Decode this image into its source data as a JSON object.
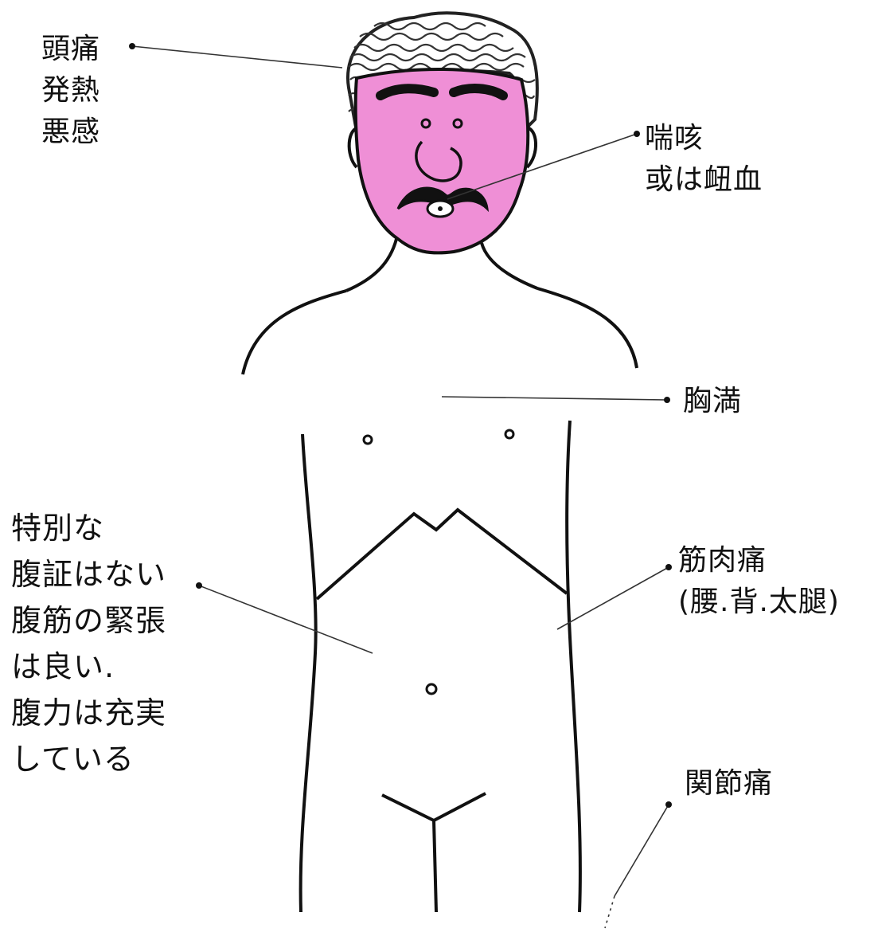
{
  "colors": {
    "ink": "#111111",
    "skin": "#ef8fd6",
    "hair": "#3a3a3a",
    "paper": "#ffffff"
  },
  "annotations": {
    "head": [
      "頭痛",
      "発熱",
      "悪感"
    ],
    "cough": [
      "喘咳",
      "或は衄血"
    ],
    "chest": [
      "胸満"
    ],
    "abdomen": [
      "特別な",
      "腹証はない",
      "腹筋の緊張",
      "は良い.",
      "腹力は充実",
      "している"
    ],
    "muscle": [
      "筋肉痛",
      "(腰.背.太腿)"
    ],
    "joint": [
      "関節痛"
    ]
  }
}
